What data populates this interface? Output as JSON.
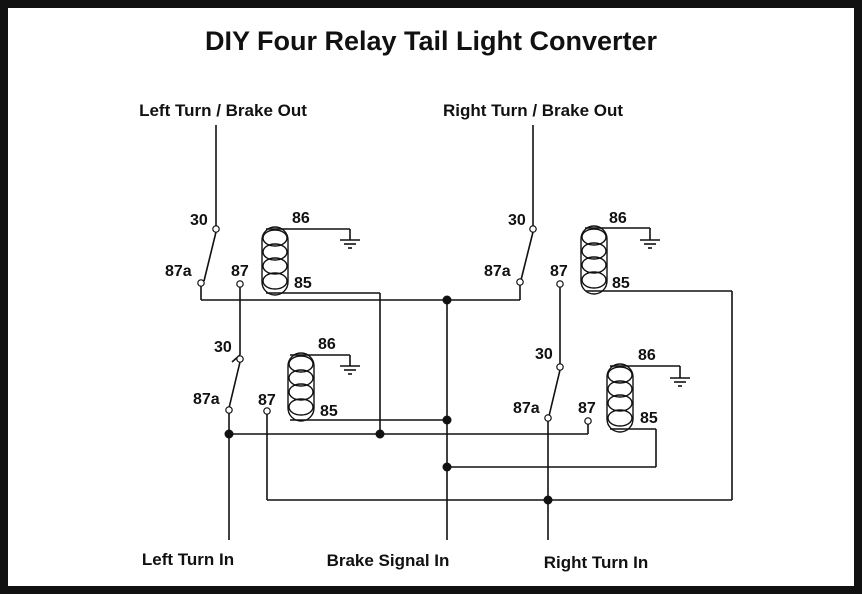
{
  "title": "DIY Four Relay Tail Light Converter",
  "labels": {
    "left_turn_brake_out": "Left Turn / Brake Out",
    "right_turn_brake_out": "Right Turn / Brake Out",
    "left_turn_in": "Left Turn In",
    "brake_signal_in": "Brake Signal In",
    "right_turn_in": "Right Turn In"
  },
  "relays": [
    {
      "id": "upper-left",
      "pin_30": "30",
      "pin_87a": "87a",
      "pin_87": "87",
      "pin_86": "86",
      "pin_85": "85"
    },
    {
      "id": "lower-left",
      "pin_30": "30",
      "pin_87a": "87a",
      "pin_87": "87",
      "pin_86": "86",
      "pin_85": "85"
    },
    {
      "id": "upper-right",
      "pin_30": "30",
      "pin_87a": "87a",
      "pin_87": "87",
      "pin_86": "86",
      "pin_85": "85"
    },
    {
      "id": "lower-right",
      "pin_30": "30",
      "pin_87a": "87a",
      "pin_87": "87",
      "pin_86": "86",
      "pin_85": "85"
    }
  ],
  "icons": [
    "ground-icon",
    "relay-coil-icon",
    "junction-dot-icon"
  ],
  "colors": {
    "ink": "#111111",
    "background": "#ffffff",
    "frame": "#111111"
  }
}
